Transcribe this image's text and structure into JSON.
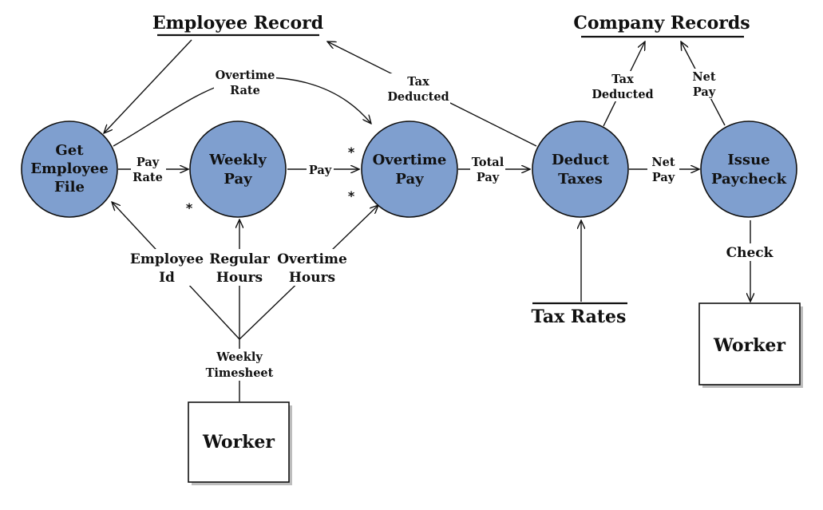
{
  "processes": {
    "get_employee_file": [
      "Get",
      "Employee",
      "File"
    ],
    "weekly_pay": [
      "Weekly",
      "Pay"
    ],
    "overtime_pay": [
      "Overtime",
      "Pay"
    ],
    "deduct_taxes": [
      "Deduct",
      "Taxes"
    ],
    "issue_paycheck": [
      "Issue",
      "Paycheck"
    ]
  },
  "data_stores": {
    "employee_record": "Employee Record",
    "company_records": "Company Records",
    "tax_rates": "Tax Rates"
  },
  "externals": {
    "worker_bottom": "Worker",
    "worker_right": "Worker"
  },
  "flows": {
    "pay_rate": [
      "Pay",
      "Rate"
    ],
    "pay": "Pay",
    "total_pay": [
      "Total",
      "Pay"
    ],
    "net_pay_right": [
      "Net",
      "Pay"
    ],
    "overtime_rate": [
      "Overtime",
      "Rate"
    ],
    "tax_deducted_left": [
      "Tax",
      "Deducted"
    ],
    "tax_deducted_top": [
      "Tax",
      "Deducted"
    ],
    "net_pay_top": [
      "Net",
      "Pay"
    ],
    "check": "Check",
    "employee_id": [
      "Employee",
      "Id"
    ],
    "regular_hours": [
      "Regular",
      "Hours"
    ],
    "overtime_hours": [
      "Overtime",
      "Hours"
    ],
    "weekly_timesheet": [
      "Weekly",
      "Timesheet"
    ]
  },
  "markers": {
    "star": "*"
  },
  "colors": {
    "process_fill": "#7f9fcf",
    "stroke": "#111111"
  }
}
